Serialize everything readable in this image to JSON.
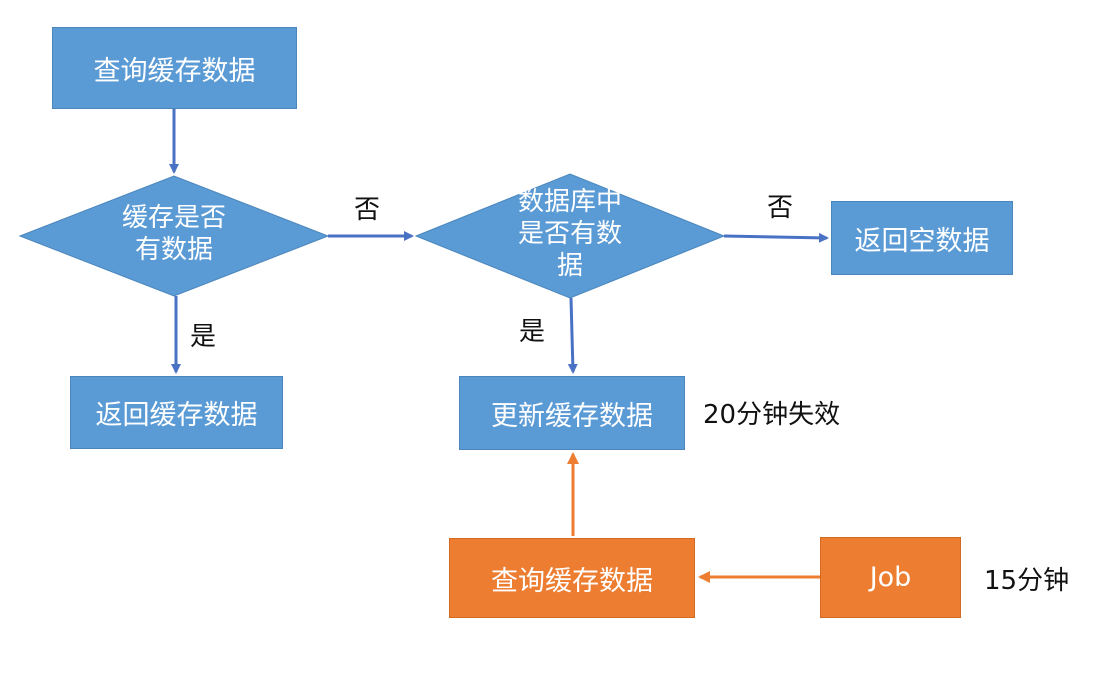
{
  "nodes": {
    "query_cache": "查询缓存数据",
    "cache_has_data": "缓存是否\n有数据",
    "return_cache": "返回缓存数据",
    "db_has_data": "数据库中\n是否有数\n据",
    "return_empty": "返回空数据",
    "update_cache": "更新缓存数据",
    "job_query_cache": "查询缓存数据",
    "job": "Job"
  },
  "edge_labels": {
    "cache_no": "否",
    "cache_yes": "是",
    "db_no": "否",
    "db_yes": "是"
  },
  "notes": {
    "expire": "20分钟失效",
    "job_interval": "15分钟"
  },
  "colors": {
    "blue_fill": "#5b9bd5",
    "blue_arrow": "#4a72c4",
    "orange_fill": "#ed7d31",
    "orange_arrow": "#ed7d31"
  }
}
